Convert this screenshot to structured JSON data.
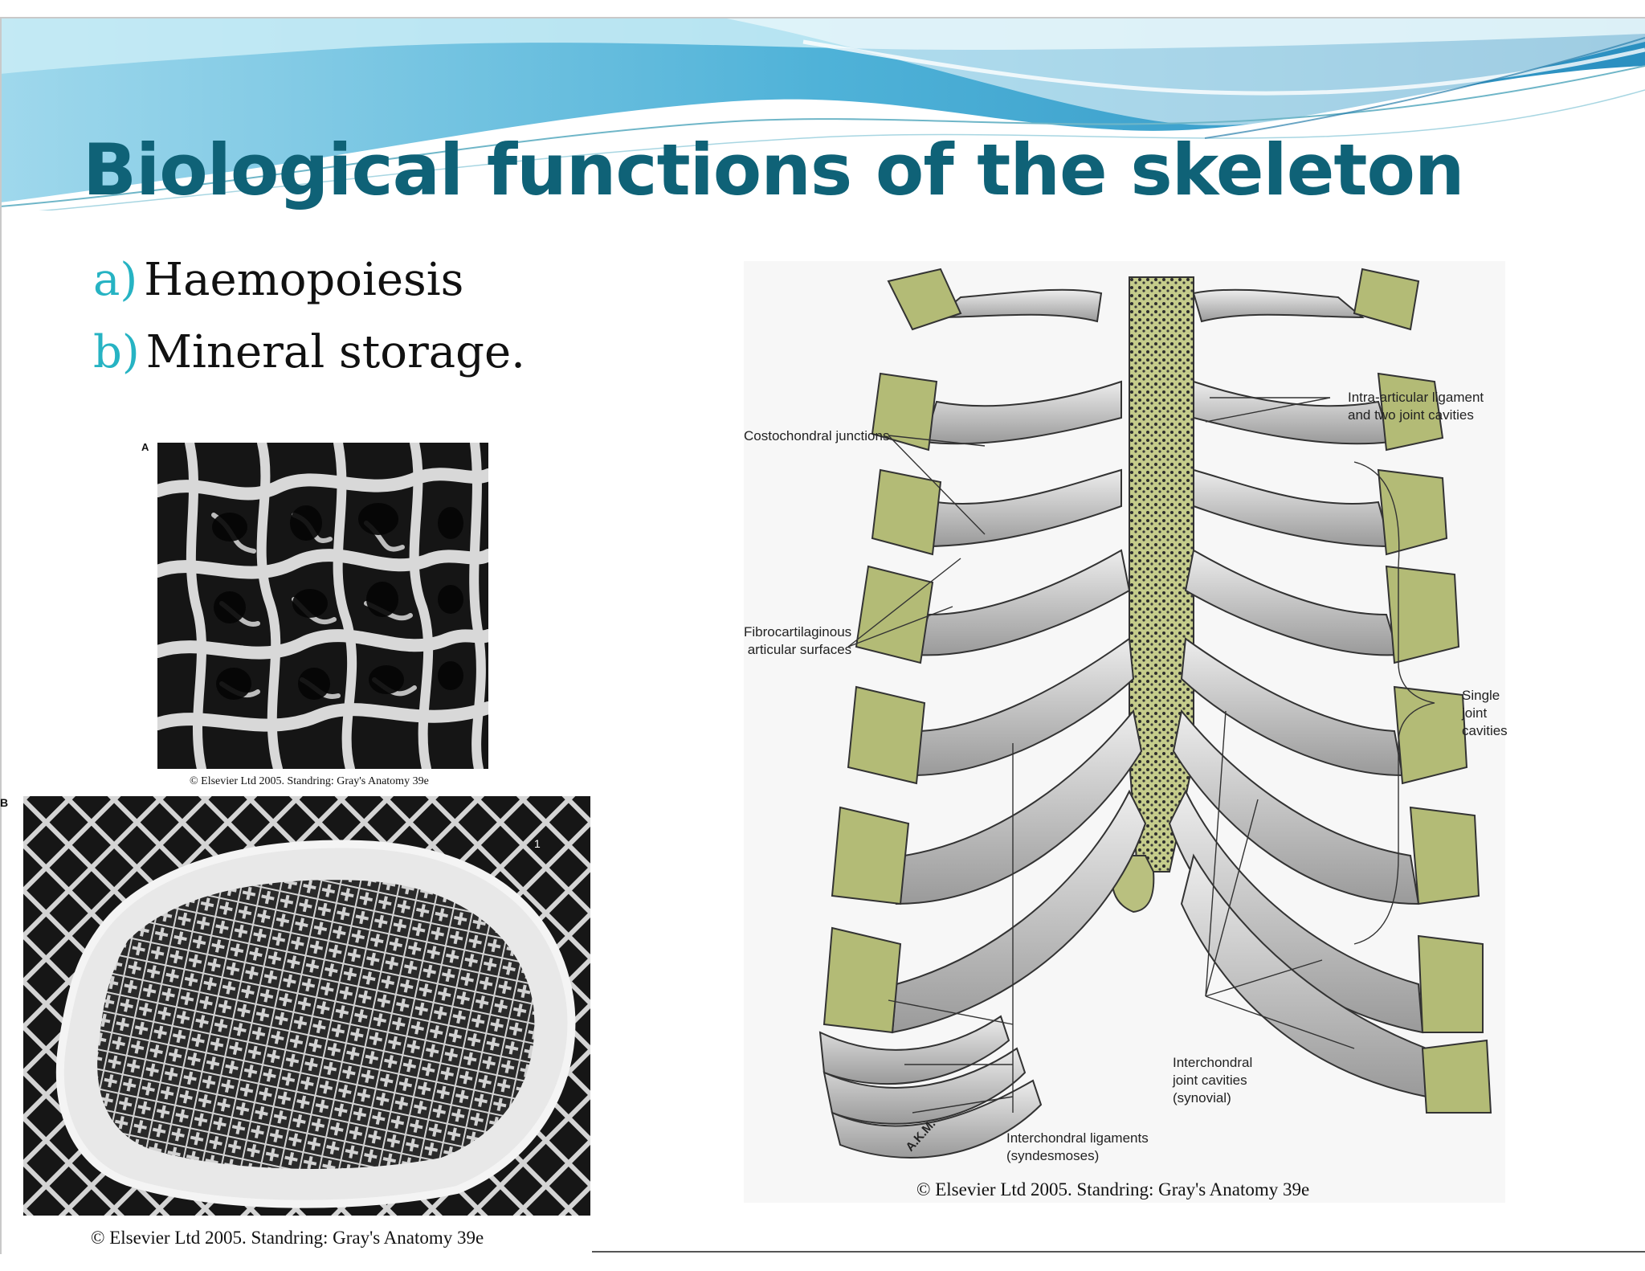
{
  "slide": {
    "title": "Biological functions of the skeleton",
    "bullets": [
      {
        "marker": "a)",
        "text": "Haemopoiesis"
      },
      {
        "marker": "b)",
        "text": "Mineral storage."
      }
    ]
  },
  "figures": {
    "trabecular_a": {
      "panel_letter": "A",
      "caption": "© Elsevier Ltd 2005. Standring: Gray's Anatomy 39e"
    },
    "bone_section_b": {
      "panel_letter": "B",
      "scale_mark": "1",
      "caption": "© Elsevier Ltd 2005. Standring: Gray's Anatomy 39e"
    },
    "ribcage": {
      "labels": {
        "costochondral": "Costochondral junctions",
        "intra_articular": "Intra-articular ligament\nand two joint cavities",
        "fibrocartilaginous": "Fibrocartilaginous\n articular surfaces",
        "single_joint": "Single\njoint\ncavities",
        "interchondral_cavities": "Interchondral\njoint cavities\n(synovial)",
        "interchondral_ligaments": "Interchondral ligaments\n(syndesmoses)"
      },
      "signature": "A.K.M.",
      "caption": "© Elsevier Ltd 2005. Standring: Gray's Anatomy 39e"
    }
  },
  "colors": {
    "title": "#0f6277",
    "bullet_marker": "#26b3c3",
    "cartilage": "#b3bb76",
    "wave_light": "#bfe6f2",
    "wave_mid": "#6fc3df",
    "wave_dark": "#2c92c1"
  }
}
